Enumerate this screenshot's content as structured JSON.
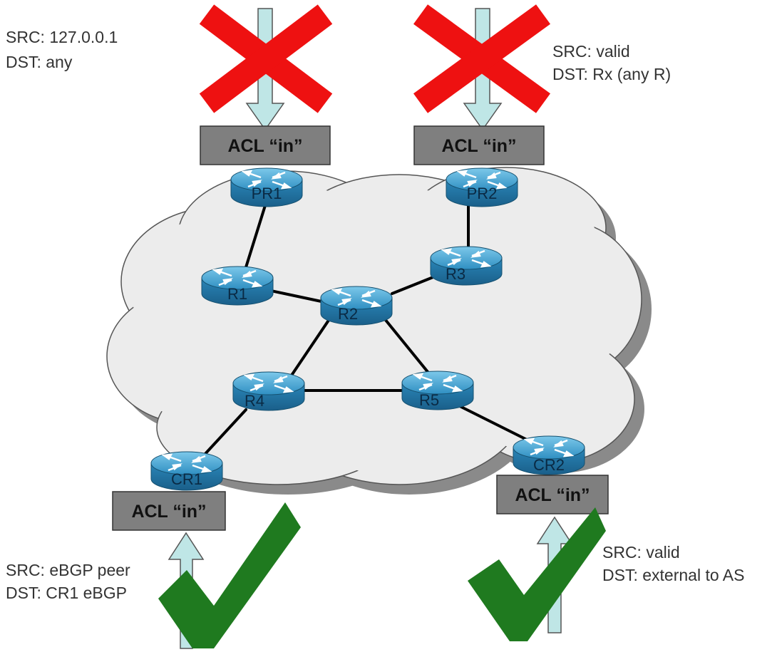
{
  "notes": {
    "top_left": [
      "SRC: 127.0.0.1",
      "DST: any"
    ],
    "top_right": [
      "SRC: valid",
      "DST: Rx (any R)"
    ],
    "bottom_left": [
      "SRC: eBGP peer",
      "DST: CR1 eBGP"
    ],
    "bottom_right": [
      "SRC: valid",
      "DST: external to AS"
    ]
  },
  "acls": {
    "pr1": "ACL “in”",
    "pr2": "ACL “in”",
    "cr1": "ACL “in”",
    "cr2": "ACL “in”"
  },
  "routers": {
    "pr1": "PR1",
    "pr2": "PR2",
    "r1": "R1",
    "r2": "R2",
    "r3": "R3",
    "r4": "R4",
    "r5": "R5",
    "cr1": "CR1",
    "cr2": "CR2"
  },
  "colors": {
    "cloud": "#ececec",
    "cloud_shadow": "#8a8a8a",
    "acl_box": "#7f7f7f",
    "arrow": "#bfe6e6",
    "cross": "#ee1111",
    "check": "#1f7a1f",
    "router": "#3a9fcf"
  },
  "icons": {
    "blocked": "red-x-icon",
    "allowed": "green-check-icon",
    "device": "router-icon"
  }
}
